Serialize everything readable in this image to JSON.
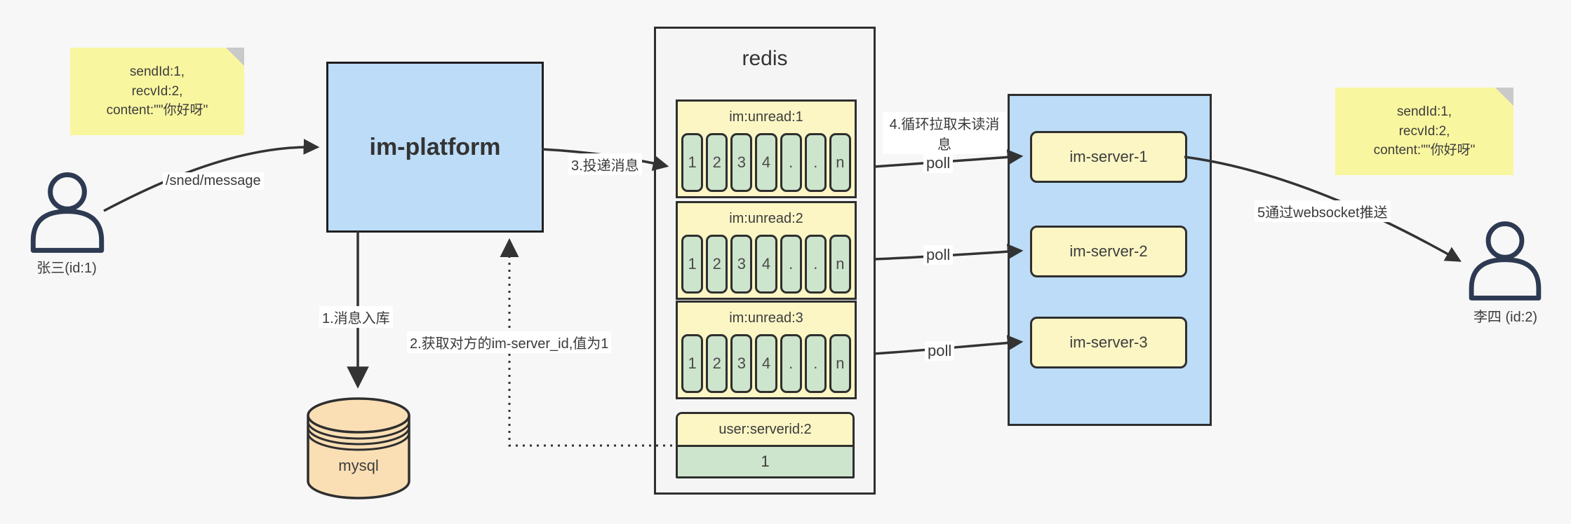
{
  "diagram_title": "IM message delivery flow",
  "actors": {
    "sender": {
      "label": "张三(id:1)"
    },
    "receiver": {
      "label": "李四 (id:2)"
    }
  },
  "notes": {
    "left": {
      "text": "sendId:1,\nrecvId:2,\ncontent:\"\"你好呀\""
    },
    "right": {
      "text": "sendId:1,\nrecvId:2,\ncontent:\"\"你好呀\""
    }
  },
  "nodes": {
    "im_platform": {
      "label": "im-platform"
    },
    "mysql": {
      "label": "mysql"
    },
    "redis": {
      "title": "redis",
      "queues": [
        {
          "header": "im:unread:1",
          "cells": [
            "1",
            "2",
            "3",
            "4",
            ".",
            ".",
            "n"
          ]
        },
        {
          "header": "im:unread:2",
          "cells": [
            "1",
            "2",
            "3",
            "4",
            ".",
            ".",
            "n"
          ]
        },
        {
          "header": "im:unread:3",
          "cells": [
            "1",
            "2",
            "3",
            "4",
            ".",
            ".",
            "n"
          ]
        }
      ],
      "kv": {
        "header": "user:serverid:2",
        "value": "1"
      }
    },
    "server_group": {
      "servers": [
        {
          "label": "im-server-1"
        },
        {
          "label": "im-server-2"
        },
        {
          "label": "im-server-3"
        }
      ]
    }
  },
  "edges": {
    "send_message": "/sned/message",
    "step1": "1.消息入库",
    "step2": "2.获取对方的im-server_id,值为1",
    "step3": "3.投递消息",
    "step4": "4.循环拉取未读消息",
    "step5": "5通过websocket推送",
    "poll": "poll"
  },
  "colors": {
    "page_bg": "#f7f7f7",
    "blue_fill": "#bcdcf7",
    "yellow_fill": "#fbf6c4",
    "green_fill": "#cde5cc",
    "note_yellow": "#f9f6a0",
    "mysql_fill": "#fadfb5",
    "line": "#2f2f2f",
    "person": "#2d3a52"
  }
}
